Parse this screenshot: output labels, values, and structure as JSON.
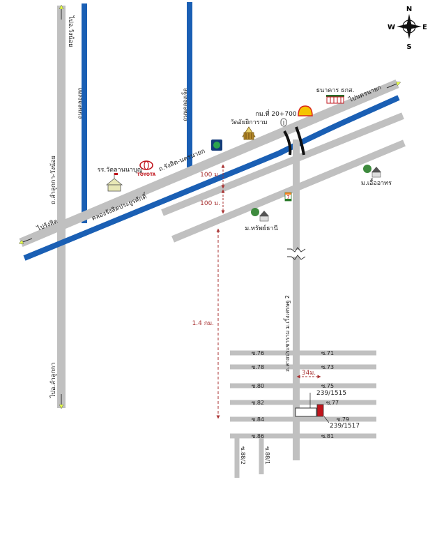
{
  "compass": {
    "n": "N",
    "s": "S",
    "e": "E",
    "w": "W"
  },
  "roads": {
    "left_top_arrow": "ไปอ.วังน้อย",
    "left_road": "ถ.ลำลูกกา-วังน้อย",
    "left_bottom_arrow": "ไปอ.ลำลูกกา",
    "col2_road": "ถนนคลองหก",
    "col3_road": "ถนนคลองเจ็ด",
    "main_road": "ถ.รังสิต-นครนายก",
    "main_left_arrow": "ไปรังสิต",
    "main_right_arrow": "ไปนครนายก",
    "canal": "คลองรังสิตประยูรศักดิ์",
    "soi_main": "ถ.สายประชาราม ม.เวิ้งเศรษฐ 2",
    "soi_bottom_left": "ซ.88/2",
    "soi_bottom_right": "ซ.88/1"
  },
  "landmarks": {
    "school": "รร.วัดลานนาบุญ",
    "temple": "วัดอัยยิการาม",
    "km": "กม.ที่ 20+700",
    "bank": "ธนาคาร ธกส.",
    "village1": "ม.เอื้ออาทร",
    "village2": "ม.ทรัพย์ธานี",
    "toyota": "TOYOTA",
    "seven": "7"
  },
  "distances": {
    "d1": "100 ม.",
    "d2": "100 ม.",
    "d3": "1.4 กม.",
    "d4": "34ม."
  },
  "sois": {
    "left": [
      "ซ.76",
      "ซ.78",
      "ซ.80",
      "ซ.82",
      "ซ.84",
      "ซ.86"
    ],
    "right": [
      "ซ.71",
      "ซ.73",
      "ซ.75",
      "ซ.77",
      "ซ.79",
      "ซ.81"
    ]
  },
  "plots": {
    "a": "239/1515",
    "b": "239/1517"
  },
  "colors": {
    "road": "#c0c0c0",
    "canal": "#1a5fb4",
    "red": "#a83232",
    "plot": "#c0141c"
  }
}
